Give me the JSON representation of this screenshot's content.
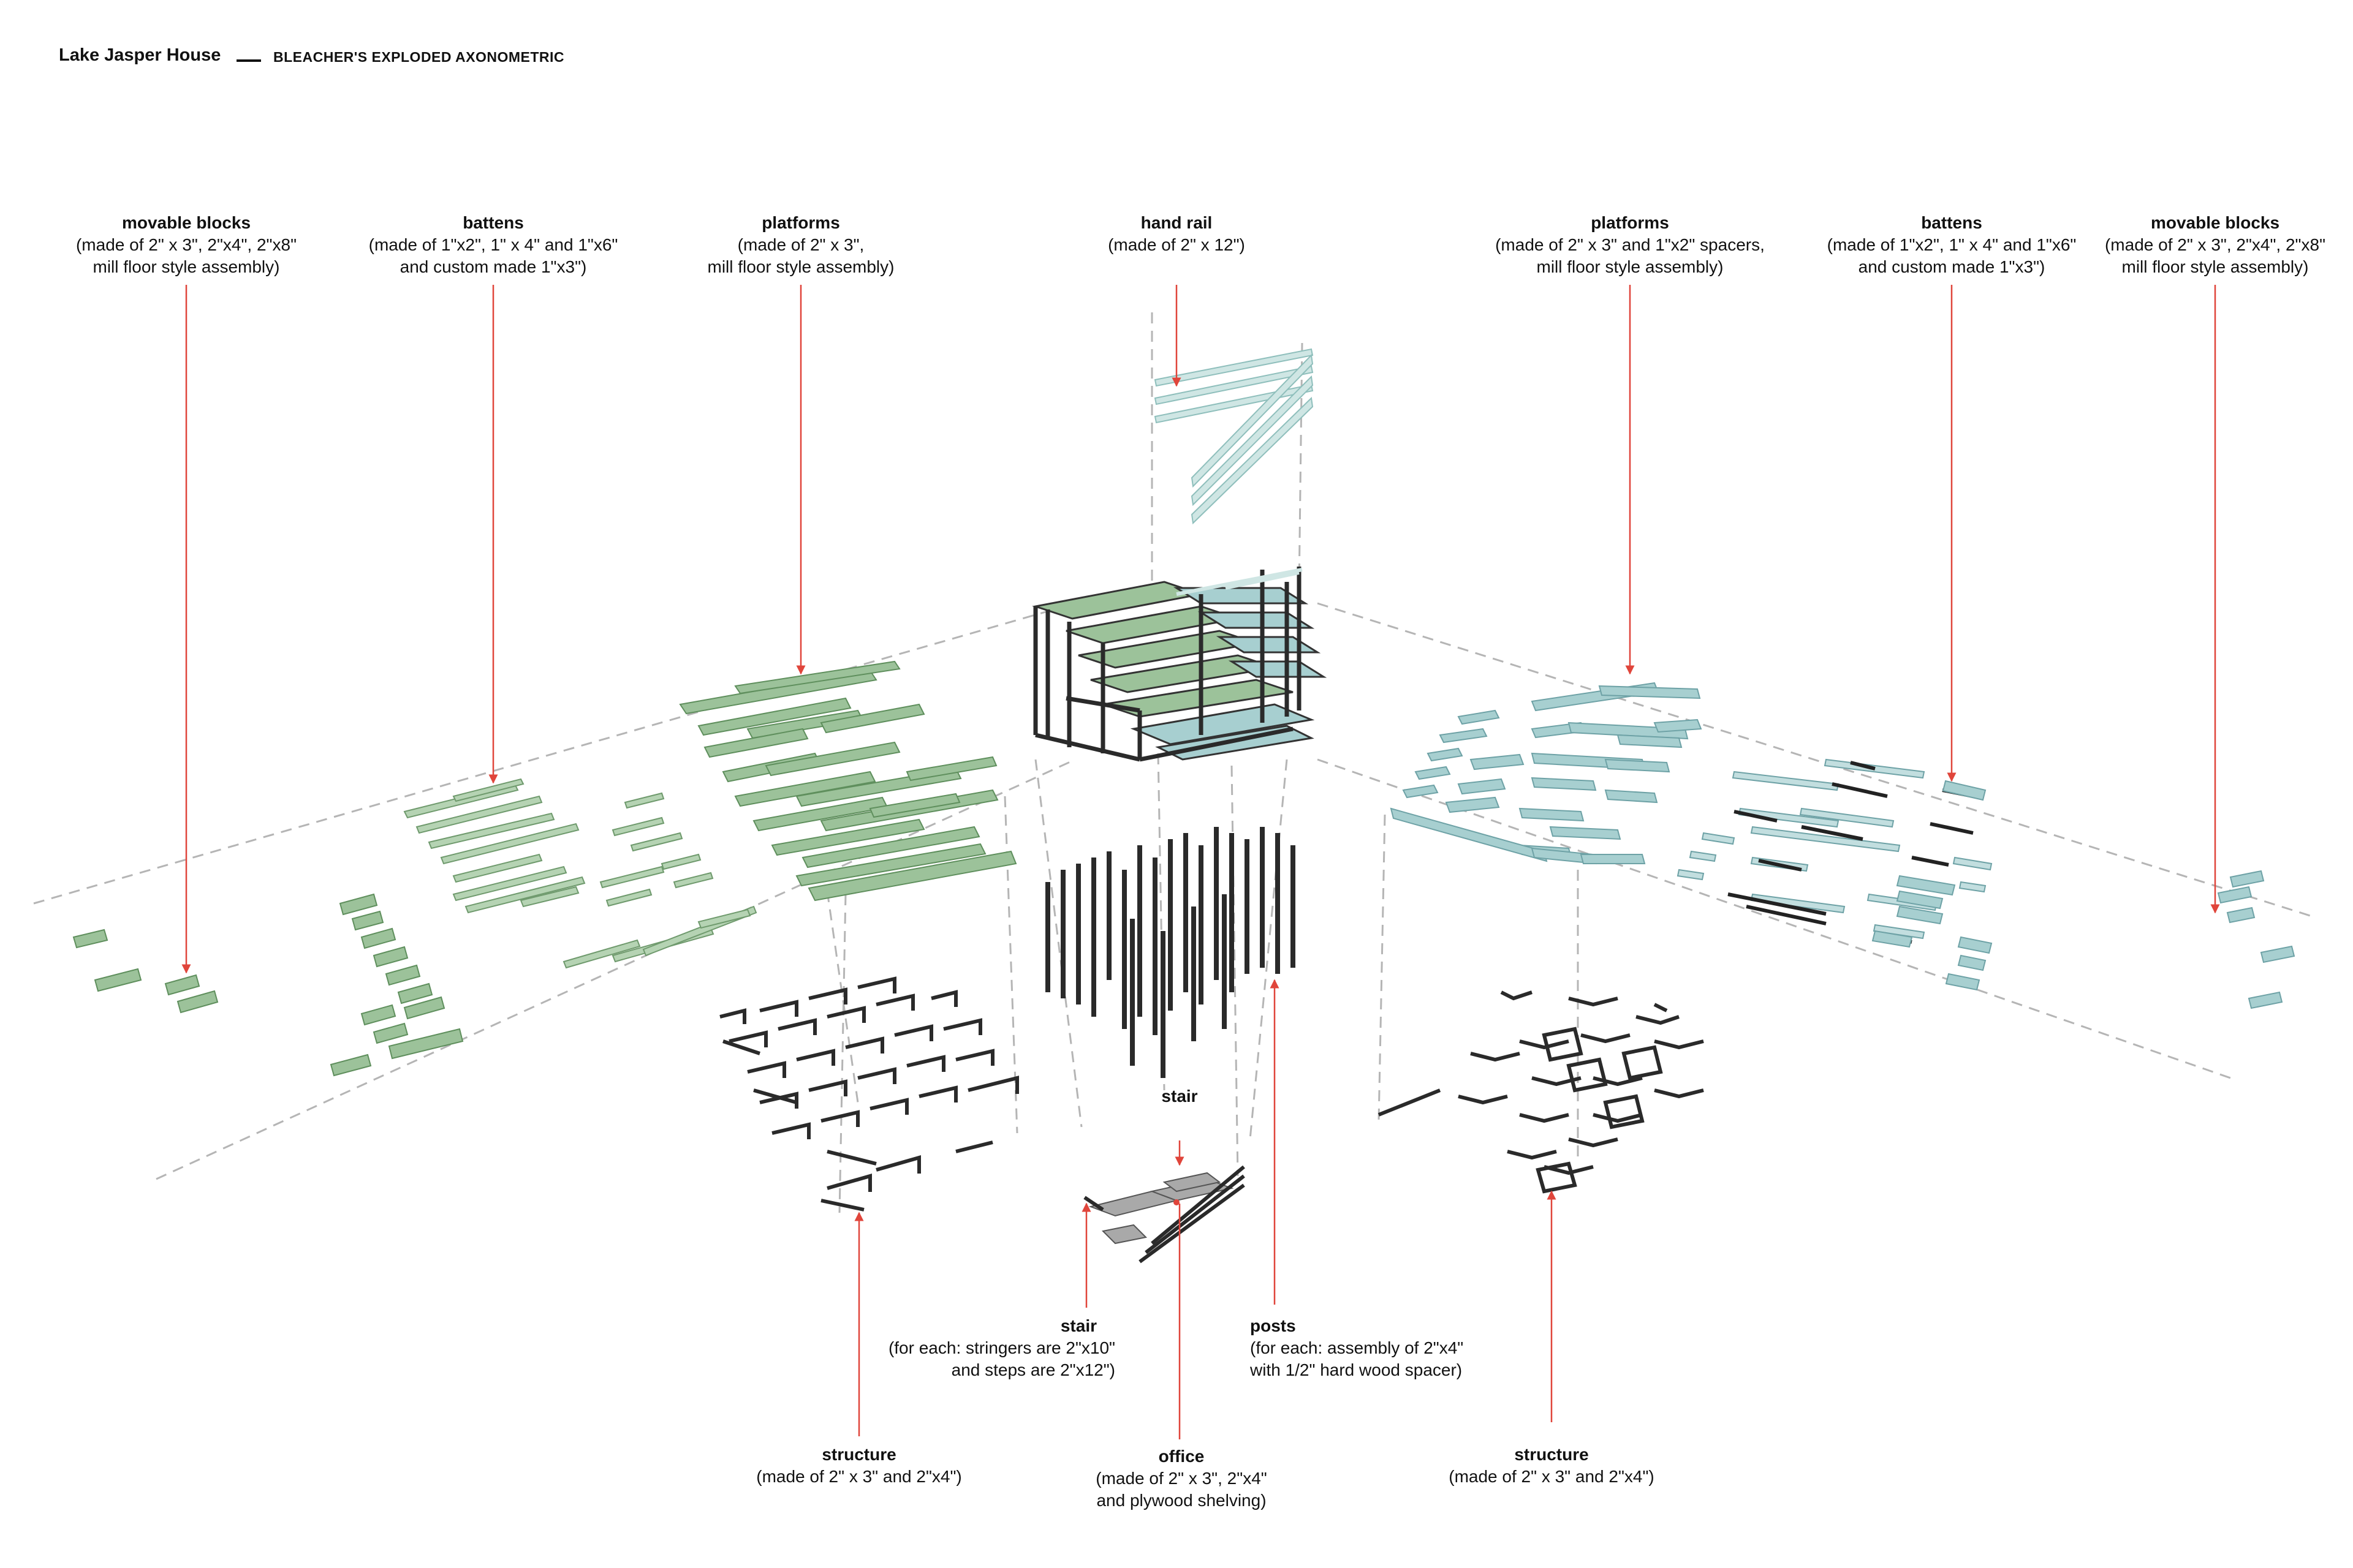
{
  "header": {
    "title": "Lake Jasper House",
    "subtitle": "BLEACHER'S EXPLODED AXONOMETRIC"
  },
  "labels": {
    "movable_blocks_left": {
      "title": "movable blocks",
      "desc": "(made of 2\" x 3\", 2\"x4\", 2\"x8\"\nmill floor style assembly)"
    },
    "battens_left": {
      "title": "battens",
      "desc": "(made of 1\"x2\", 1\" x 4\" and 1\"x6\"\nand custom made 1\"x3\")"
    },
    "platforms_left": {
      "title": "platforms",
      "desc": "(made of 2\" x 3\",\nmill floor style assembly)"
    },
    "hand_rail": {
      "title": "hand rail",
      "desc": "(made of 2\" x 12\")"
    },
    "platforms_right": {
      "title": "platforms",
      "desc": "(made of 2\" x 3\" and 1\"x2\" spacers,\nmill floor style assembly)"
    },
    "battens_right": {
      "title": "battens",
      "desc": "(made of 1\"x2\", 1\" x 4\" and 1\"x6\"\nand custom made 1\"x3\")"
    },
    "movable_blocks_right": {
      "title": "movable blocks",
      "desc": "(made of 2\" x 3\", 2\"x4\", 2\"x8\"\nmill floor style assembly)"
    },
    "stair_top": {
      "title": "stair",
      "desc": ""
    },
    "stair_bottom": {
      "title": "stair",
      "desc": "(for each: stringers are 2\"x10\"\nand steps are 2\"x12\")"
    },
    "posts": {
      "title": "posts",
      "desc": "(for each: assembly of 2\"x4\"\nwith 1/2\" hard wood spacer)"
    },
    "structure_left": {
      "title": "structure",
      "desc": "(made of 2\" x 3\" and 2\"x4\")"
    },
    "office": {
      "title": "office",
      "desc": "(made of 2\" x 3\", 2\"x4\"\nand plywood shelving)"
    },
    "structure_right": {
      "title": "structure",
      "desc": "(made of 2\" x 3\" and 2\"x4\")"
    }
  },
  "colors": {
    "green_fill": "#9cc29a",
    "green_stroke": "#5f8f5d",
    "blue_fill": "#a7cfd0",
    "blue_stroke": "#6ea2a6",
    "leader_red": "#e0453b",
    "dash_gray": "#b5b5b5",
    "structure_dark": "#2a2a2a"
  }
}
